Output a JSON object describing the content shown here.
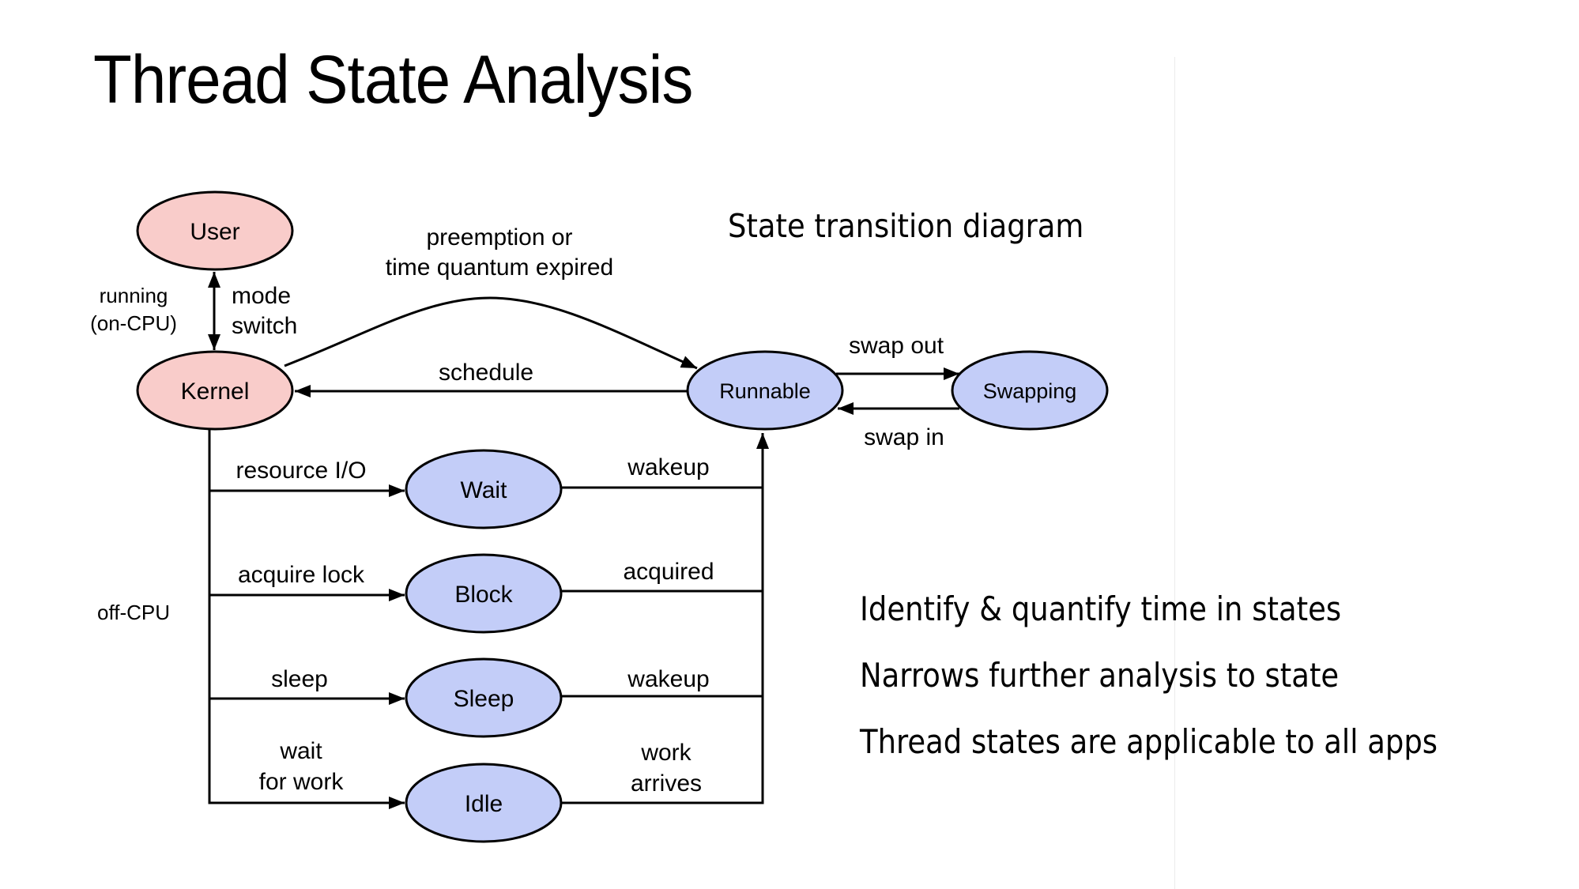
{
  "slide": {
    "title": "Thread State Analysis",
    "caption": "State transition diagram",
    "bullets": [
      "Identify & quantify time in states",
      "Narrows further analysis to state",
      "Thread states are applicable to all apps"
    ]
  },
  "colors": {
    "on_cpu_fill": "#F9CCCA",
    "off_cpu_fill": "#C3CDF8",
    "stroke": "#000000"
  },
  "diagram": {
    "nodes": {
      "user": "User",
      "kernel": "Kernel",
      "runnable": "Runnable",
      "swapping": "Swapping",
      "wait": "Wait",
      "block": "Block",
      "sleep": "Sleep",
      "idle": "Idle"
    },
    "side_labels": {
      "running_line1": "running",
      "running_line2": "(on-CPU)",
      "off_cpu": "off-CPU"
    },
    "edges": {
      "mode_switch_line1": "mode",
      "mode_switch_line2": "switch",
      "preemption_line1": "preemption or",
      "preemption_line2": "time quantum expired",
      "schedule": "schedule",
      "swap_out": "swap out",
      "swap_in": "swap in",
      "resource_io": "resource I/O",
      "wait_wakeup": "wakeup",
      "acquire_lock": "acquire lock",
      "acquired": "acquired",
      "sleep": "sleep",
      "sleep_wakeup": "wakeup",
      "wait_for_work_line1": "wait",
      "wait_for_work_line2": "for work",
      "work_arrives_line1": "work",
      "work_arrives_line2": "arrives"
    }
  }
}
